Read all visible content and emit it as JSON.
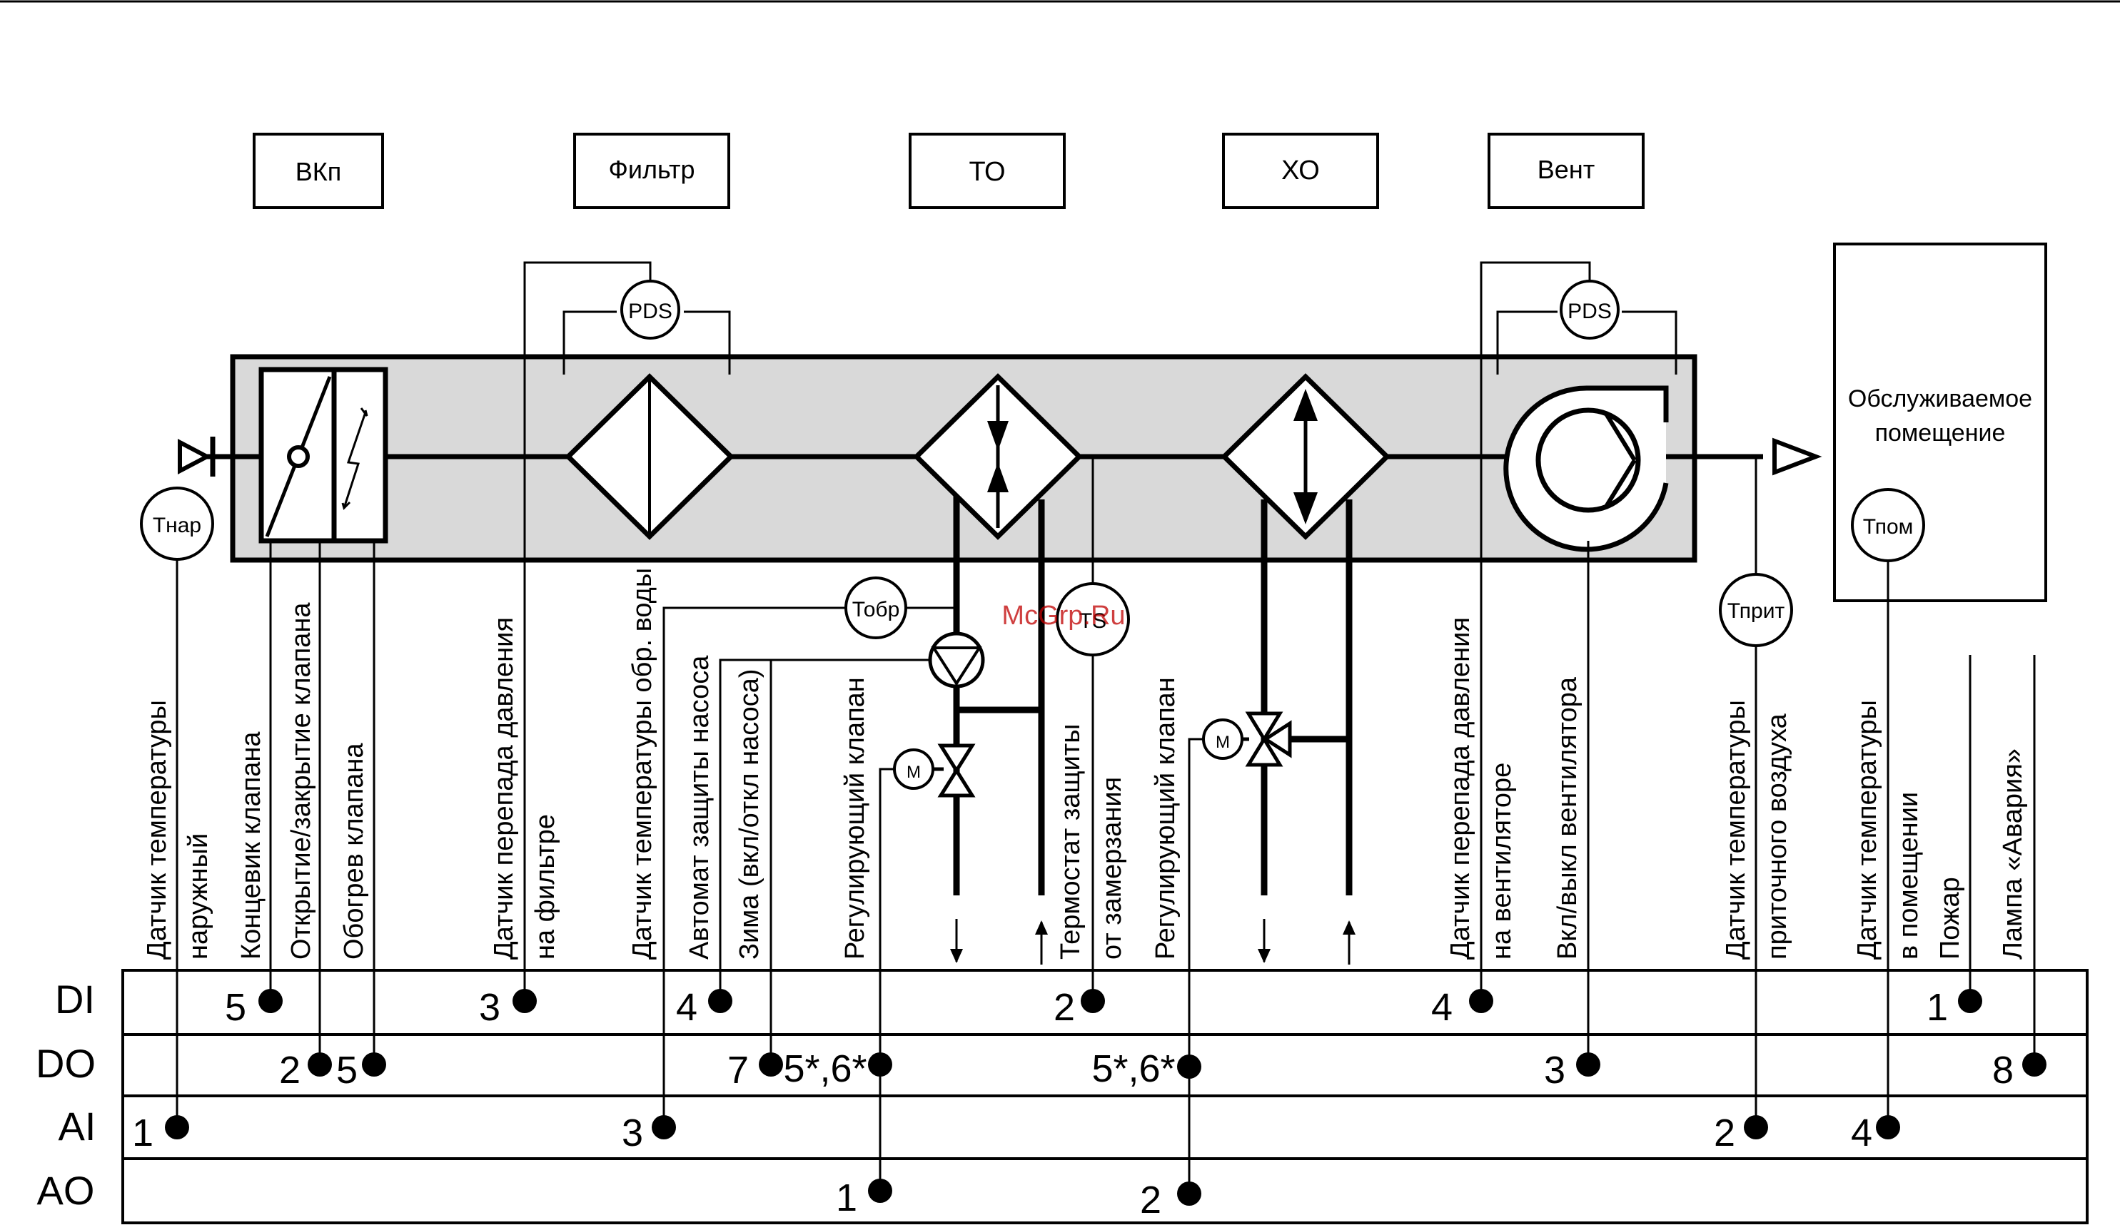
{
  "top_blocks": [
    {
      "label": "ВКп"
    },
    {
      "label": "Фильтр"
    },
    {
      "label": "ТО"
    },
    {
      "label": "ХО"
    },
    {
      "label": "Вент"
    }
  ],
  "room": {
    "label_line1": "Обслуживаемое",
    "label_line2": "помещение"
  },
  "sensors": {
    "t_out": "Тнар",
    "t_return": "Тобр",
    "ts": "TS",
    "t_supply": "Тприт",
    "t_room": "Тпом",
    "pds_filter": "PDS",
    "pds_fan": "PDS",
    "motor_heat": "M",
    "motor_cool": "M"
  },
  "signal_labels": [
    {
      "line1": "Датчик температуры",
      "line2": "наружный"
    },
    {
      "line1": "Концевик клапана",
      "line2": ""
    },
    {
      "line1": "Открытие/закрытие клапана",
      "line2": ""
    },
    {
      "line1": "Обогрев клапана",
      "line2": ""
    },
    {
      "line1": "Датчик перепада давления",
      "line2": "на фильтре"
    },
    {
      "line1": "Датчик температуры обр. воды",
      "line2": ""
    },
    {
      "line1": "Автомат защиты насоса",
      "line2": ""
    },
    {
      "line1": "Зима (вкл/откл насоса)",
      "line2": ""
    },
    {
      "line1": "Регулирующий клапан",
      "line2": ""
    },
    {
      "line1": "Термостат защиты",
      "line2": "от замерзания"
    },
    {
      "line1": "Регулирующий клапан",
      "line2": ""
    },
    {
      "line1": "Датчик перепада давления",
      "line2": "на вентиляторе"
    },
    {
      "line1": "Вкл/выкл вентилятора",
      "line2": ""
    },
    {
      "line1": "Датчик температуры",
      "line2": "приточного воздуха"
    },
    {
      "line1": "Датчик температуры",
      "line2": "в помещении"
    },
    {
      "line1": "Пожар",
      "line2": ""
    },
    {
      "line1": "Лампа «Авария»",
      "line2": ""
    }
  ],
  "io_rows": [
    {
      "label": "DI"
    },
    {
      "label": "DO"
    },
    {
      "label": "AI"
    },
    {
      "label": "AO"
    }
  ],
  "io_numbers": {
    "di_1": "5",
    "di_2": "3",
    "di_3": "4",
    "di_4": "2",
    "di_5": "4",
    "di_6": "1",
    "do_1": "2",
    "do_2": "5",
    "do_3": "7",
    "do_4": "5*,6*",
    "do_5": "5*,6*",
    "do_6": "3",
    "do_7": "8",
    "ai_1": "1",
    "ai_2": "3",
    "ai_3": "2",
    "ai_4": "4",
    "ao_1": "1",
    "ao_2": "2"
  },
  "watermark": "McGrp.Ru",
  "colors": {
    "unit_fill": "#d9d9d9",
    "line": "#000000",
    "watermark": "#c00000",
    "background": "#ffffff"
  }
}
